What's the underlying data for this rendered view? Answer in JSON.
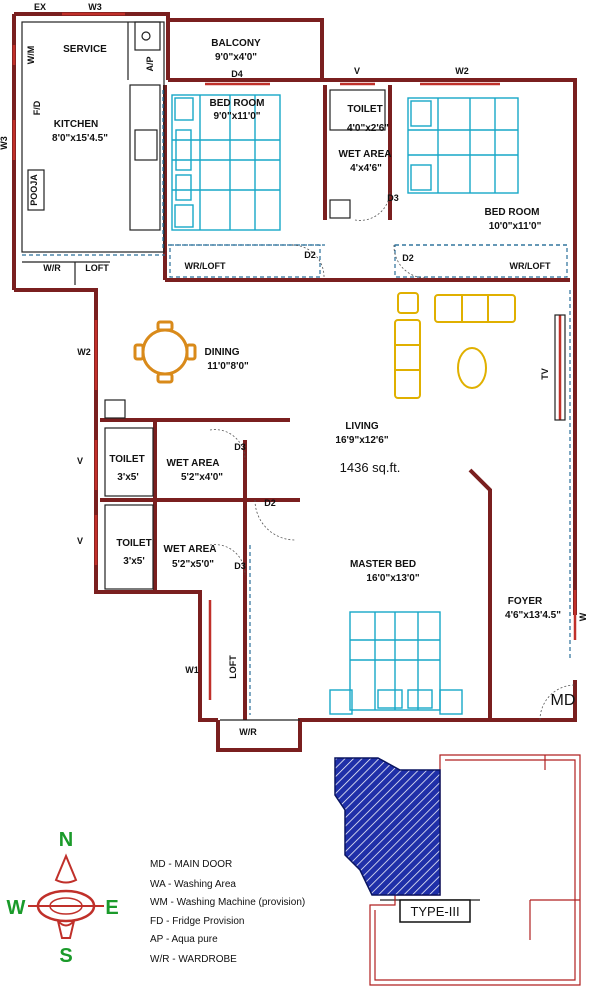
{
  "rooms": {
    "service": "SERVICE",
    "balcony": "BALCONY",
    "balcony_dim": "9'0\"x4'0\"",
    "kitchen": "KITCHEN",
    "kitchen_dim": "8'0\"x15'4.5\"",
    "bed1": "BED ROOM",
    "bed1_dim": "9'0\"x11'0\"",
    "toilet_top": "TOILET",
    "toilet_top_dim": "4'0\"x2'6\"",
    "wet_top": "WET AREA",
    "wet_top_dim": "4'x4'6\"",
    "bed2": "BED ROOM",
    "bed2_dim": "10'0\"x11'0\"",
    "dining": "DINING",
    "dining_dim": "11'0\"8'0\"",
    "living": "LIVING",
    "living_dim": "16'9\"x12'6\"",
    "toilet_mid": "TOILET",
    "toilet_mid_dim": "3'x5'",
    "wet_mid": "WET AREA",
    "wet_mid_dim": "5'2\"x4'0\"",
    "toilet_low": "TOILET",
    "toilet_low_dim": "3'x5'",
    "wet_low": "WET AREA",
    "wet_low_dim": "5'2\"x5'0\"",
    "master": "MASTER BED",
    "master_dim": "16'0\"x13'0\"",
    "foyer": "FOYER",
    "foyer_dim": "4'6\"x13'4.5\"",
    "area": "1436 sq.ft."
  },
  "marks": {
    "ex": "EX",
    "w3_top": "W3",
    "w3_left": "W3",
    "wm": "W/M",
    "ap": "A/P",
    "fd": "F/D",
    "pooja": "POOJA",
    "d4": "D4",
    "v1": "V",
    "w2_top": "W2",
    "d3_top": "D3",
    "d2_left": "D2",
    "d2_right": "D2",
    "wr_loft1": "WR/LOFT",
    "wr_loft2": "WR/LOFT",
    "wr_small": "W/R",
    "loft_small": "LOFT",
    "w2_left": "W2",
    "tv": "TV",
    "v2": "V",
    "d3_mid": "D3",
    "d2_mid": "D2",
    "v3": "V",
    "d3_low": "D3",
    "w1": "W1",
    "loft_vert": "LOFT",
    "wr_bottom": "W/R",
    "md": "MD",
    "w_right": "W"
  },
  "legend": [
    "MD - MAIN DOOR",
    "WA - Washing Area",
    "WM - Washing Machine (provision)",
    "FD - Fridge Provision",
    "AP - Aqua pure",
    "W/R - WARDROBE"
  ],
  "compass": {
    "n": "N",
    "s": "S",
    "e": "E",
    "w": "W"
  },
  "type_label": "TYPE-III",
  "colors": {
    "wall": "#7a1f1f",
    "window": "#c0302a",
    "bed": "#17a7c7",
    "sofa": "#e0b000",
    "dining": "#d98a1a",
    "compass_red": "#c0302a",
    "compass_green": "#1a9a2a",
    "site_fill": "#1f2fa8"
  }
}
